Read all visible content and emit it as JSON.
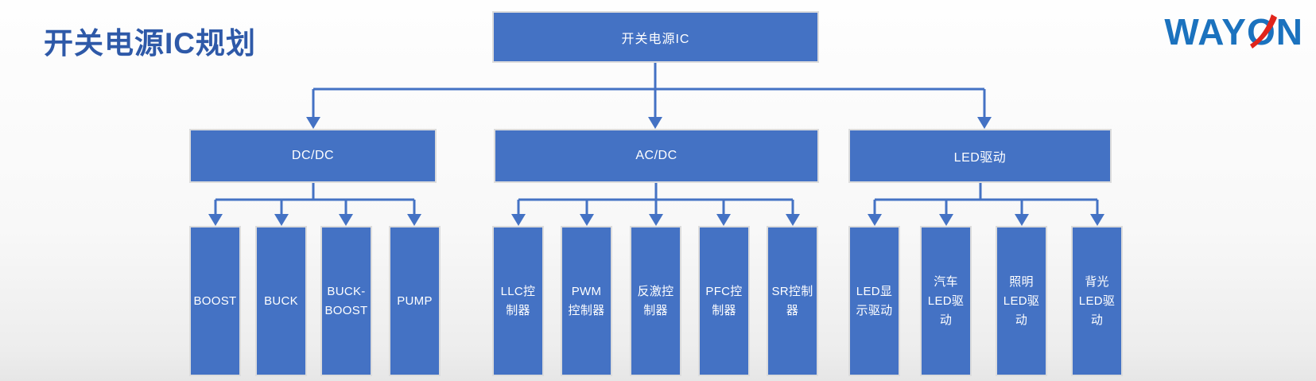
{
  "header": {
    "title": "开关电源IC规划",
    "title_color": "#2E59A8",
    "logo": {
      "text": "WAYON",
      "way": "WAY",
      "o": "O",
      "n": "N",
      "letter_color": "#1B72BE",
      "swoosh_color": "#E1251B"
    }
  },
  "colors": {
    "node_fill": "#4472C4",
    "node_border": "#DCDCDC",
    "node_text": "#FFFFFF",
    "connector": "#4472C4"
  },
  "tree": {
    "root": {
      "label": "开关电源IC"
    },
    "branches": [
      {
        "label": "DC/DC",
        "children": [
          {
            "label": "BOOST"
          },
          {
            "label": "BUCK"
          },
          {
            "label": "BUCK-\nBOOST"
          },
          {
            "label": "PUMP"
          }
        ]
      },
      {
        "label": "AC/DC",
        "children": [
          {
            "label": "LLC控\n制器"
          },
          {
            "label": "PWM\n控制器"
          },
          {
            "label": "反激控\n制器"
          },
          {
            "label": "PFC控\n制器"
          },
          {
            "label": "SR控制\n器"
          }
        ]
      },
      {
        "label": "LED驱动",
        "children": [
          {
            "label": "LED显\n示驱动"
          },
          {
            "label": "汽车\nLED驱\n动"
          },
          {
            "label": "照明\nLED驱\n动"
          },
          {
            "label": "背光\nLED驱\n动"
          }
        ]
      }
    ]
  }
}
